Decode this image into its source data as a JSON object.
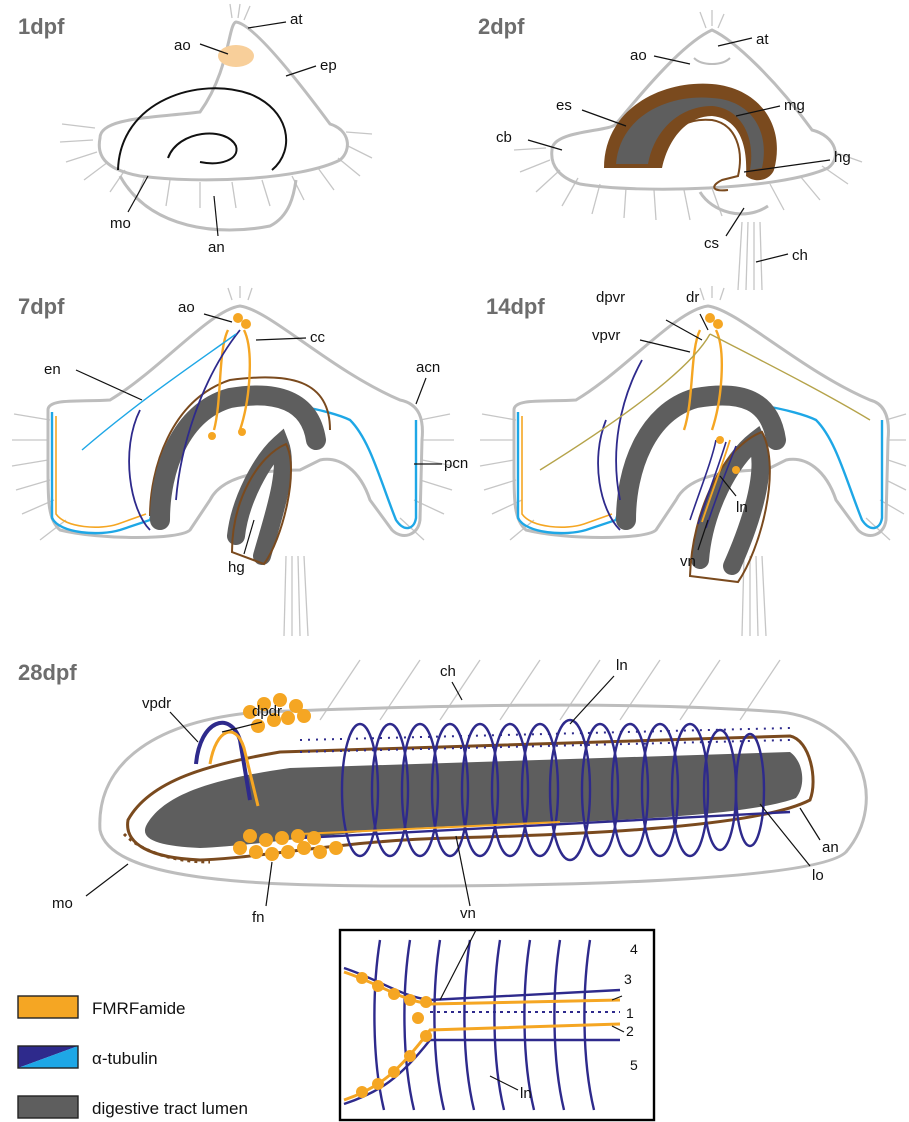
{
  "stages": {
    "s1": "1dpf",
    "s2": "2dpf",
    "s7": "7dpf",
    "s14": "14dpf",
    "s28": "28dpf"
  },
  "labels": {
    "p1": {
      "ao": "ao",
      "at": "at",
      "ep": "ep",
      "mo": "mo",
      "an": "an"
    },
    "p2": {
      "ao": "ao",
      "at": "at",
      "es": "es",
      "mg": "mg",
      "cb": "cb",
      "hg": "hg",
      "cs": "cs",
      "ch": "ch"
    },
    "p7": {
      "ao": "ao",
      "cc": "cc",
      "en": "en",
      "acn": "acn",
      "pcn": "pcn",
      "hg": "hg"
    },
    "p14": {
      "dpvr": "dpvr",
      "dr": "dr",
      "vpvr": "vpvr",
      "ln": "ln",
      "vn": "vn"
    },
    "p28": {
      "ch": "ch",
      "ln": "ln",
      "vpdr": "vpdr",
      "dpdr": "dpdr",
      "an": "an",
      "lo": "lo",
      "mo": "mo",
      "fn": "fn",
      "vn": "vn"
    },
    "inset": {
      "n4": "4",
      "n3": "3",
      "n1": "1",
      "n2": "2",
      "n5": "5",
      "ln": "ln"
    }
  },
  "legend": [
    {
      "label": "FMRFamide",
      "color": "#f5a623"
    },
    {
      "label": "α-tubulin",
      "color": "#2e2a8c",
      "color2": "#1ea7e6"
    },
    {
      "label": "digestive tract lumen",
      "color": "#5e5e5e"
    }
  ],
  "colors": {
    "outline": "#bdbdbd",
    "gut_wall": "#7a4a1e",
    "lumen": "#5e5e5e",
    "fmrf": "#f5a623",
    "tubulin_dark": "#2e2a8c",
    "tubulin_light": "#1ea7e6",
    "apical_organ": "#f8cf9a"
  }
}
